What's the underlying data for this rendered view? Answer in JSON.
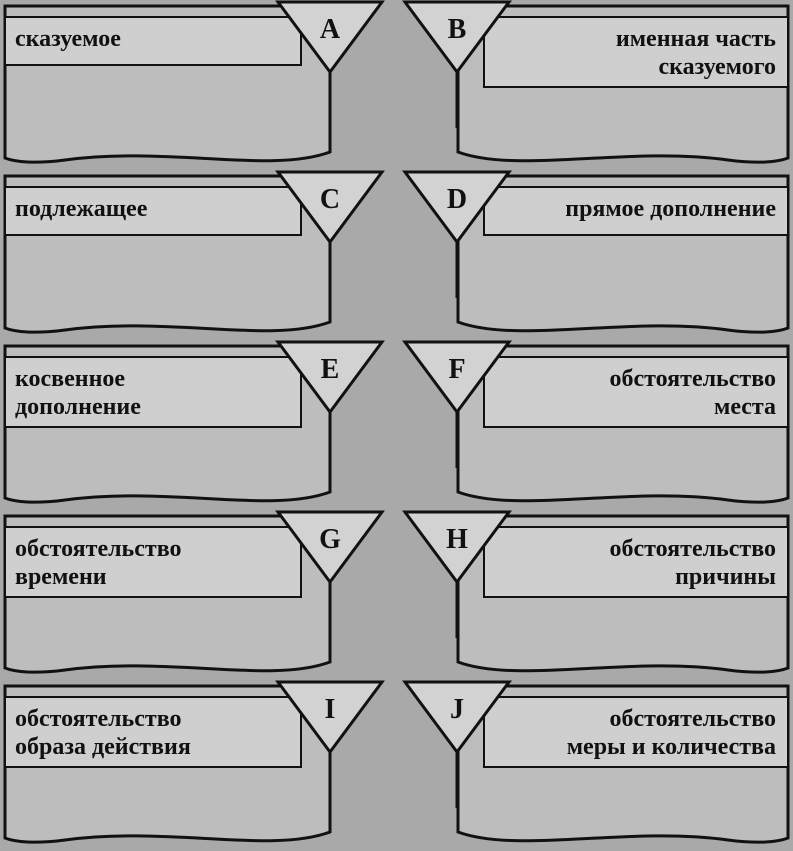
{
  "colors": {
    "background": "#a9a9a9",
    "panel_fill": "#bdbdbd",
    "label_box_fill": "#cfcfcf",
    "funnel_fill": "#d2d2d2",
    "ink": "#111111"
  },
  "cards": [
    {
      "letter": "A",
      "label": "сказуемое",
      "side": "left"
    },
    {
      "letter": "B",
      "label": "именная часть\nсказуемого",
      "side": "right"
    },
    {
      "letter": "C",
      "label": "подлежащее",
      "side": "left"
    },
    {
      "letter": "D",
      "label": "прямое дополнение",
      "side": "right"
    },
    {
      "letter": "E",
      "label": "косвенное\nдополнение",
      "side": "left"
    },
    {
      "letter": "F",
      "label": "обстоятельство\nместа",
      "side": "right"
    },
    {
      "letter": "G",
      "label": "обстоятельство\nвремени",
      "side": "left"
    },
    {
      "letter": "H",
      "label": "обстоятельство\nпричины",
      "side": "right"
    },
    {
      "letter": "I",
      "label": "обстоятельство\nобраза действия",
      "side": "left"
    },
    {
      "letter": "J",
      "label": "обстоятельство\nмеры и количества",
      "side": "right"
    }
  ]
}
